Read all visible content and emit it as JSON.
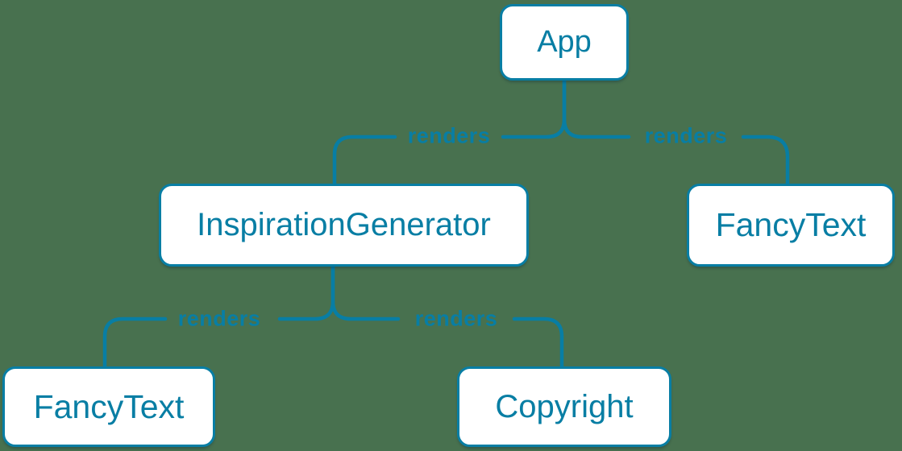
{
  "colors": {
    "background": "#48714F",
    "accent_blue": "#087EA4",
    "node_background": "#FFFFFF"
  },
  "diagram": {
    "type": "component-render-tree",
    "nodes": [
      {
        "id": "app",
        "label": "App"
      },
      {
        "id": "inspiration-generator",
        "label": "InspirationGenerator"
      },
      {
        "id": "fancy-text-top",
        "label": "FancyText"
      },
      {
        "id": "fancy-text-bottom",
        "label": "FancyText"
      },
      {
        "id": "copyright",
        "label": "Copyright"
      }
    ],
    "edges": [
      {
        "from": "App",
        "to": "InspirationGenerator",
        "label": "renders"
      },
      {
        "from": "App",
        "to": "FancyText",
        "label": "renders"
      },
      {
        "from": "InspirationGenerator",
        "to": "FancyText",
        "label": "renders"
      },
      {
        "from": "InspirationGenerator",
        "to": "Copyright",
        "label": "renders"
      }
    ]
  }
}
